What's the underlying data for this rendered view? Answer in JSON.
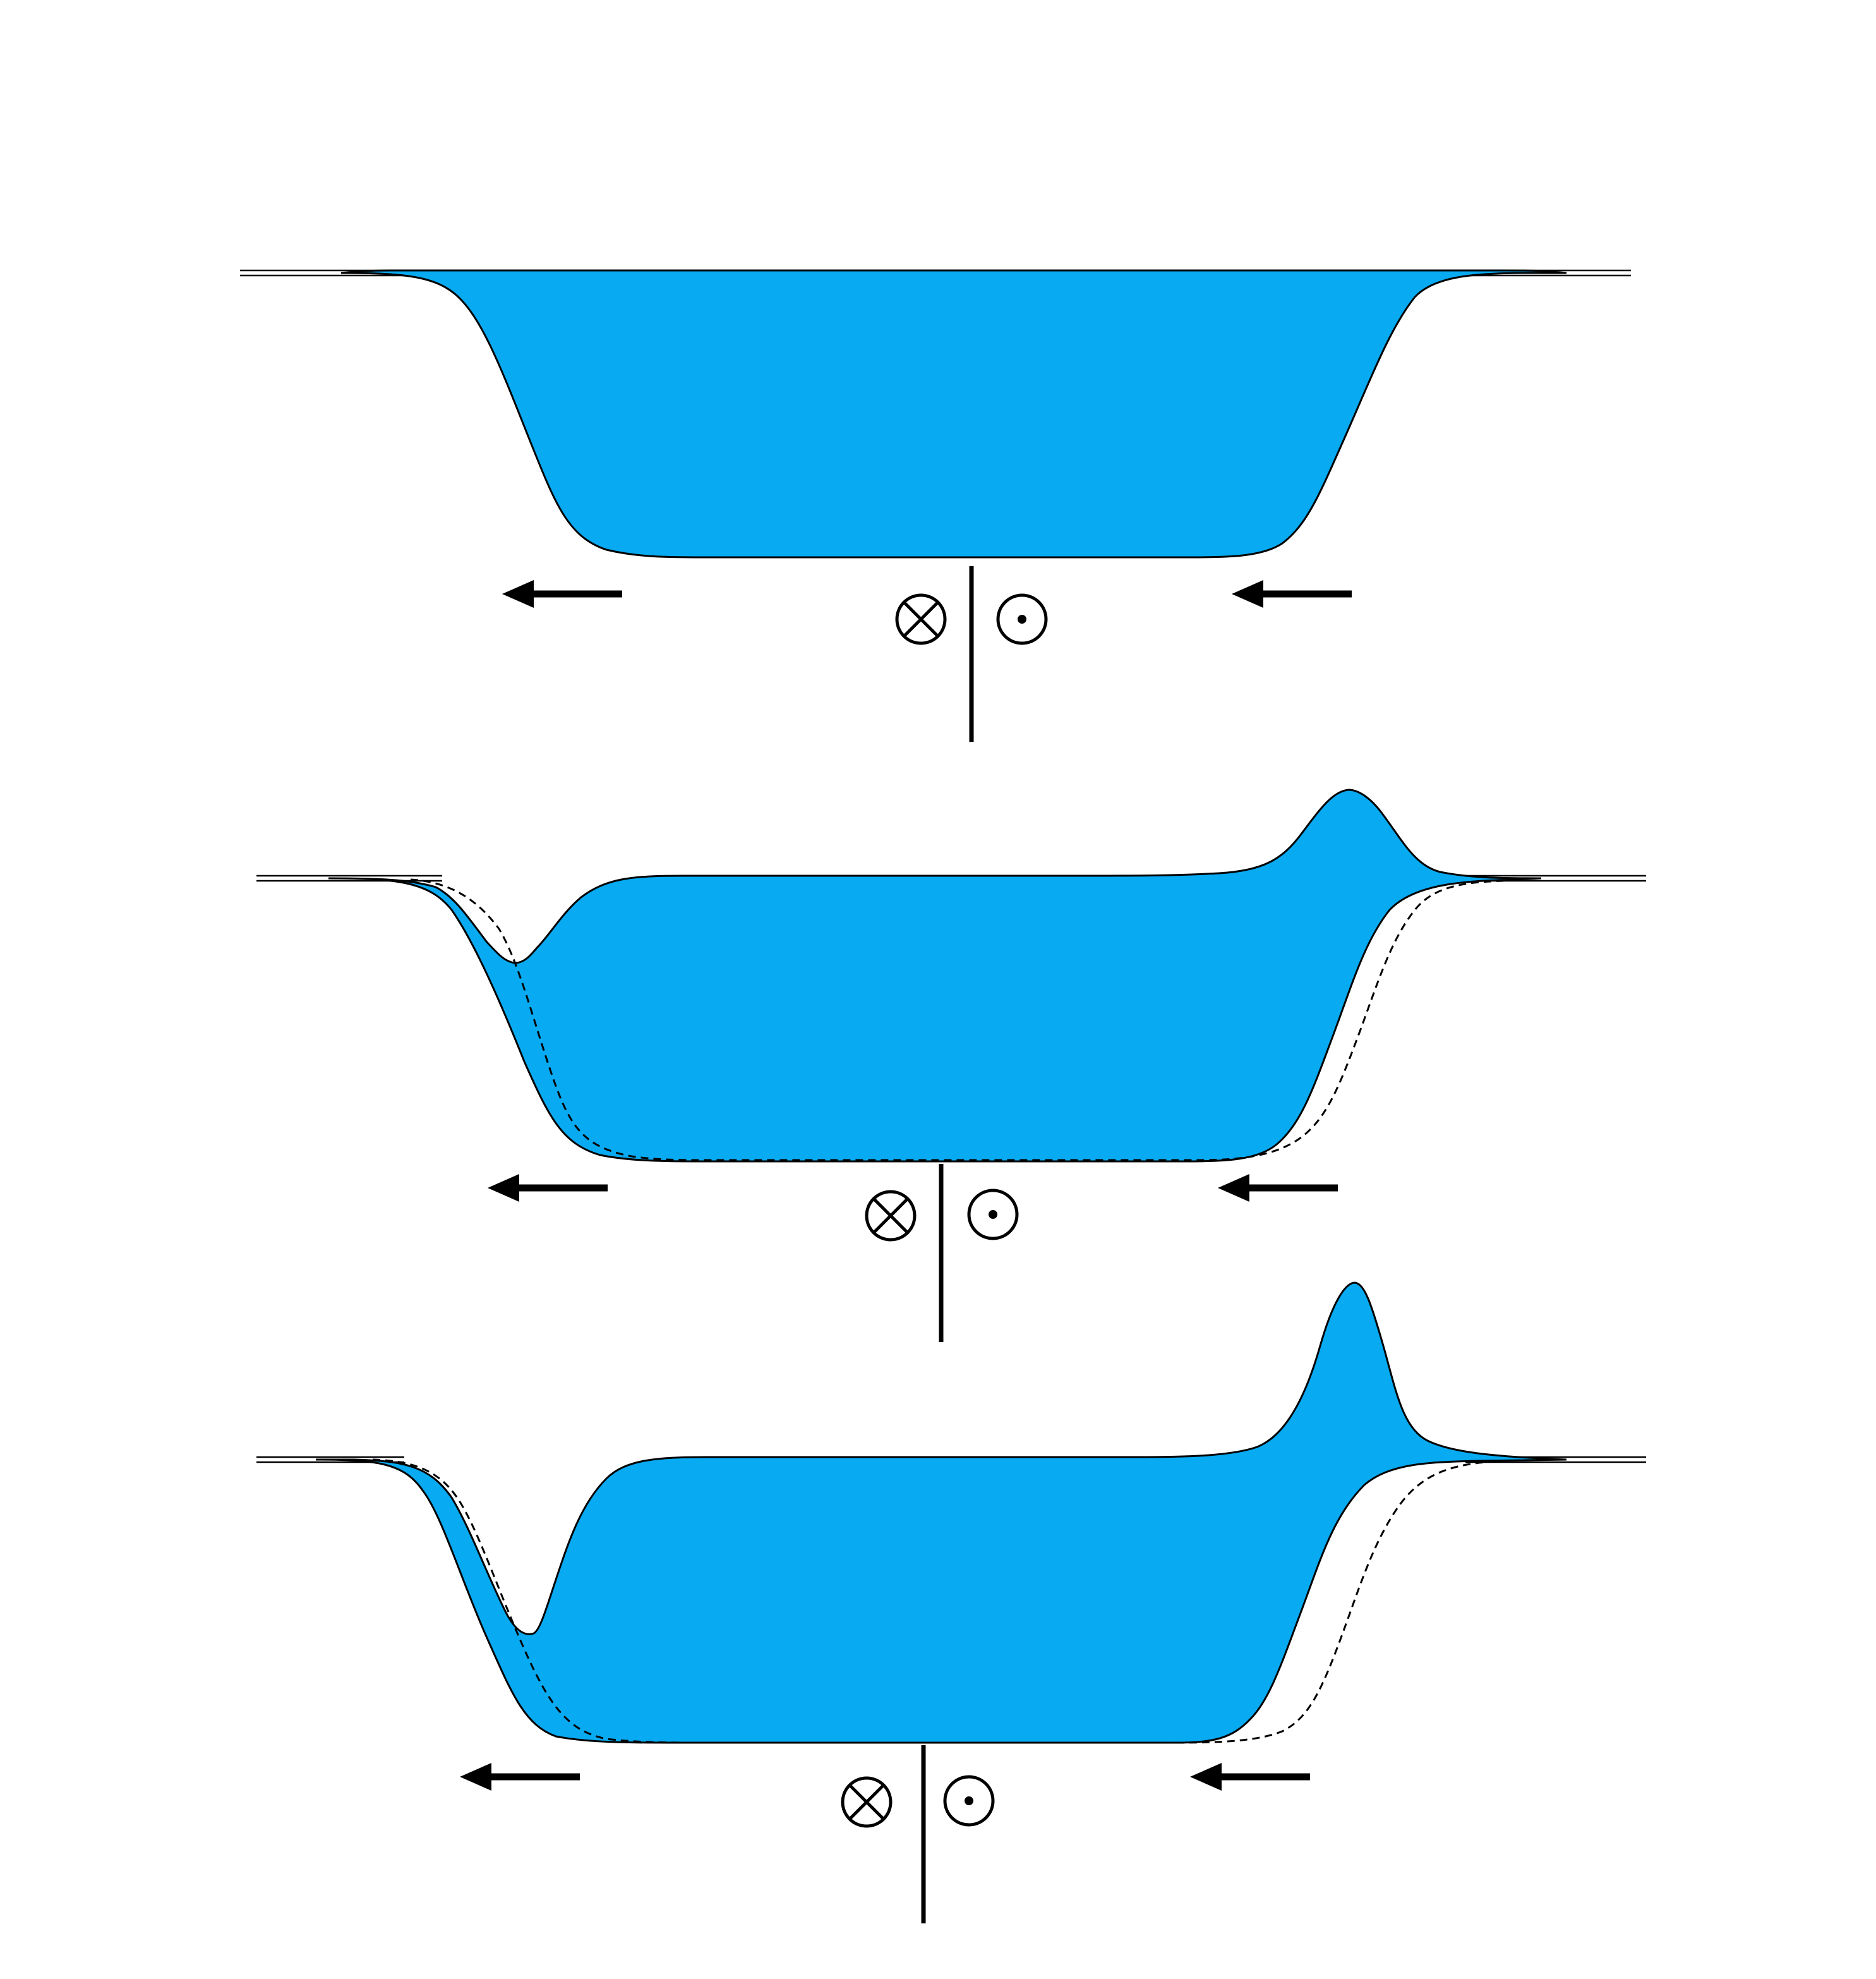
{
  "figure": {
    "panel_count": 3,
    "panels": [
      {
        "id": "panel-1",
        "has_bumps": false,
        "shows_original_profile_dashed": false
      },
      {
        "id": "panel-2",
        "has_bumps": true,
        "shows_original_profile_dashed": true
      },
      {
        "id": "panel-3",
        "has_bumps": true,
        "shows_original_profile_dashed": true
      }
    ],
    "symbols": {
      "into_page": "circle-cross-icon",
      "out_of_page": "circle-dot-icon",
      "motion": "left-arrow-icon"
    }
  },
  "colors": {
    "fill": "#08aaf2",
    "stroke": "#000000",
    "background": "#ffffff"
  }
}
